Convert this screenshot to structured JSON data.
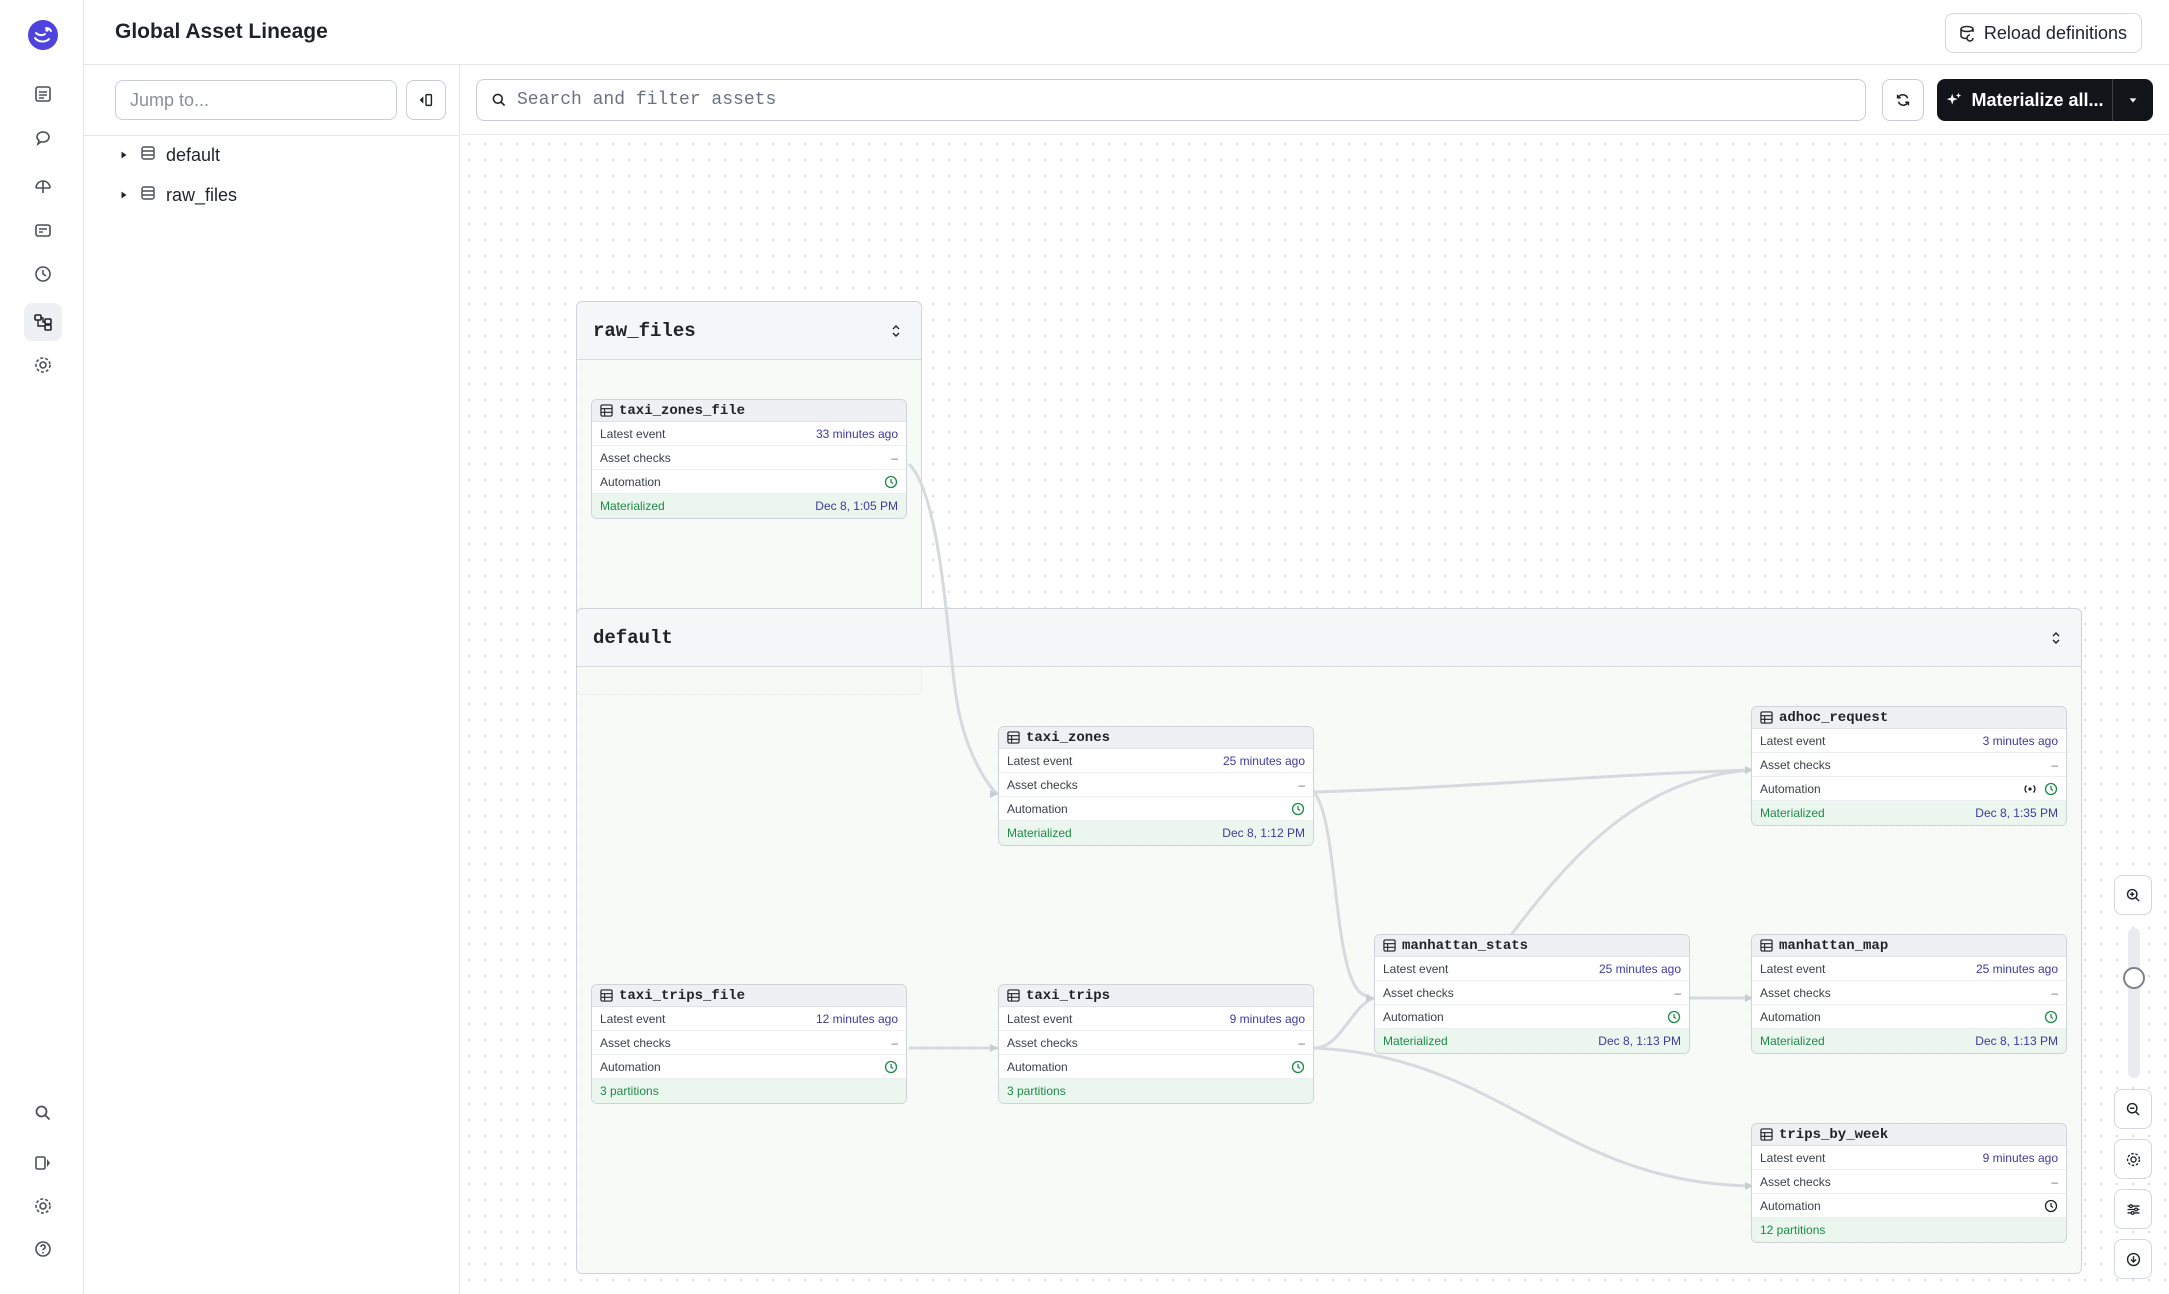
{
  "header": {
    "title": "Global Asset Lineage",
    "reload_label": "Reload definitions"
  },
  "sidebar": {
    "jump_placeholder": "Jump to...",
    "tree": [
      {
        "label": "default"
      },
      {
        "label": "raw_files"
      }
    ]
  },
  "toolbar": {
    "search_placeholder": "Search and filter assets",
    "materialize_label": "Materialize all..."
  },
  "graph": {
    "groups": [
      {
        "name": "raw_files"
      },
      {
        "name": "default"
      }
    ],
    "assets": [
      {
        "name": "taxi_zones_file",
        "latest_event_label": "Latest event",
        "latest_event": "33 minutes ago",
        "checks_label": "Asset checks",
        "checks": "–",
        "automation_label": "Automation",
        "status": "Materialized",
        "status_date": "Dec 8, 1:05 PM"
      },
      {
        "name": "taxi_zones",
        "latest_event_label": "Latest event",
        "latest_event": "25 minutes ago",
        "checks_label": "Asset checks",
        "checks": "–",
        "automation_label": "Automation",
        "status": "Materialized",
        "status_date": "Dec 8, 1:12 PM"
      },
      {
        "name": "adhoc_request",
        "latest_event_label": "Latest event",
        "latest_event": "3 minutes ago",
        "checks_label": "Asset checks",
        "checks": "–",
        "automation_label": "Automation",
        "status": "Materialized",
        "status_date": "Dec 8, 1:35 PM"
      },
      {
        "name": "taxi_trips_file",
        "latest_event_label": "Latest event",
        "latest_event": "12 minutes ago",
        "checks_label": "Asset checks",
        "checks": "–",
        "automation_label": "Automation",
        "status": "3 partitions",
        "status_date": ""
      },
      {
        "name": "taxi_trips",
        "latest_event_label": "Latest event",
        "latest_event": "9 minutes ago",
        "checks_label": "Asset checks",
        "checks": "–",
        "automation_label": "Automation",
        "status": "3 partitions",
        "status_date": ""
      },
      {
        "name": "manhattan_stats",
        "latest_event_label": "Latest event",
        "latest_event": "25 minutes ago",
        "checks_label": "Asset checks",
        "checks": "–",
        "automation_label": "Automation",
        "status": "Materialized",
        "status_date": "Dec 8, 1:13 PM"
      },
      {
        "name": "manhattan_map",
        "latest_event_label": "Latest event",
        "latest_event": "25 minutes ago",
        "checks_label": "Asset checks",
        "checks": "–",
        "automation_label": "Automation",
        "status": "Materialized",
        "status_date": "Dec 8, 1:13 PM"
      },
      {
        "name": "trips_by_week",
        "latest_event_label": "Latest event",
        "latest_event": "9 minutes ago",
        "checks_label": "Asset checks",
        "checks": "–",
        "automation_label": "Automation",
        "status": "12 partitions",
        "status_date": ""
      }
    ]
  },
  "colors": {
    "brand": "#4f43dd",
    "success_green": "#1f8a48",
    "timestamp_purple": "#3d3a9e",
    "primary_button": "#111418"
  },
  "icons": {
    "rail": [
      "dagster-logo",
      "overview-icon",
      "runs-icon",
      "deployment-icon",
      "jobs-icon",
      "schedules-icon",
      "asset-lineage-icon",
      "settings-icon",
      "search-icon",
      "sidebar-toggle-icon",
      "user-settings-icon",
      "help-icon"
    ],
    "zoom": [
      "zoom-in-icon",
      "zoom-out-icon",
      "settings-icon",
      "filter-icon",
      "download-icon"
    ]
  }
}
